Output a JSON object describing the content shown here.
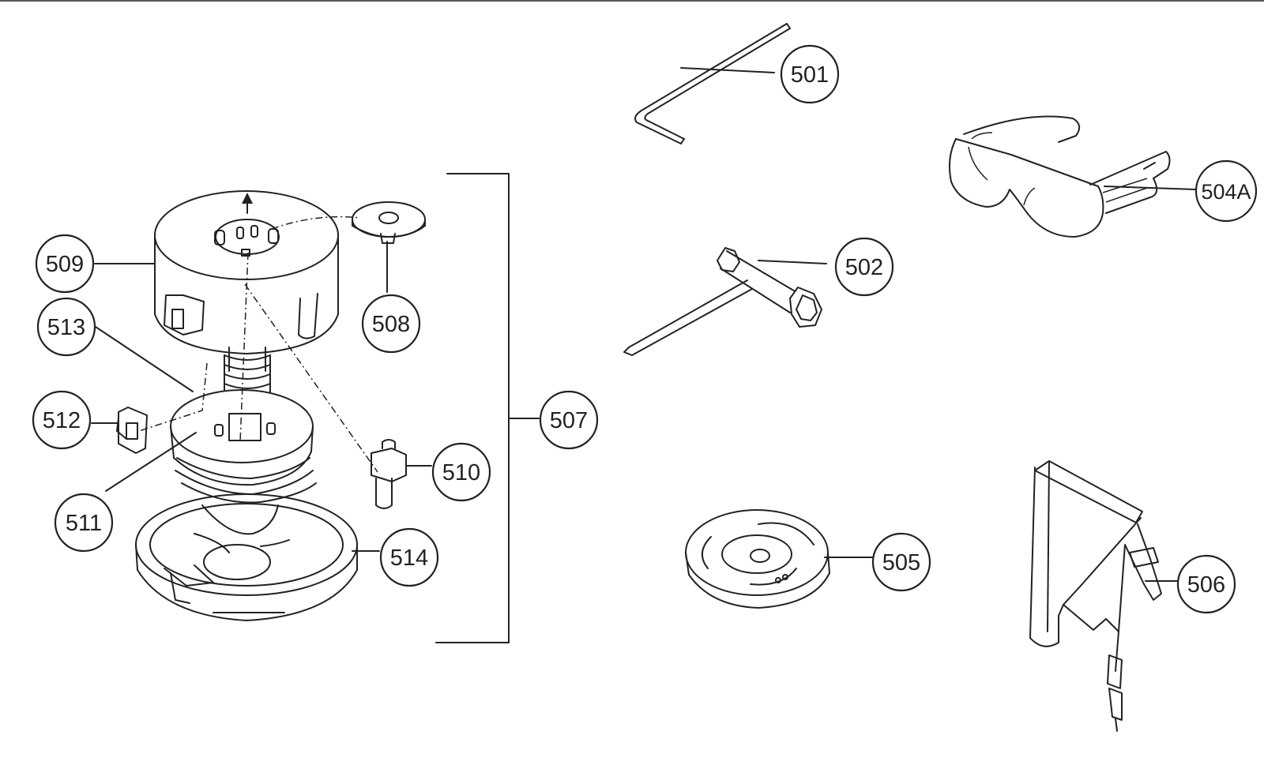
{
  "diagram": {
    "callouts": {
      "c501": "501",
      "c502": "502",
      "c504a": "504A",
      "c505": "505",
      "c506": "506",
      "c507": "507",
      "c508": "508",
      "c509": "509",
      "c510": "510",
      "c511": "511",
      "c512": "512",
      "c513": "513",
      "c514": "514"
    }
  }
}
